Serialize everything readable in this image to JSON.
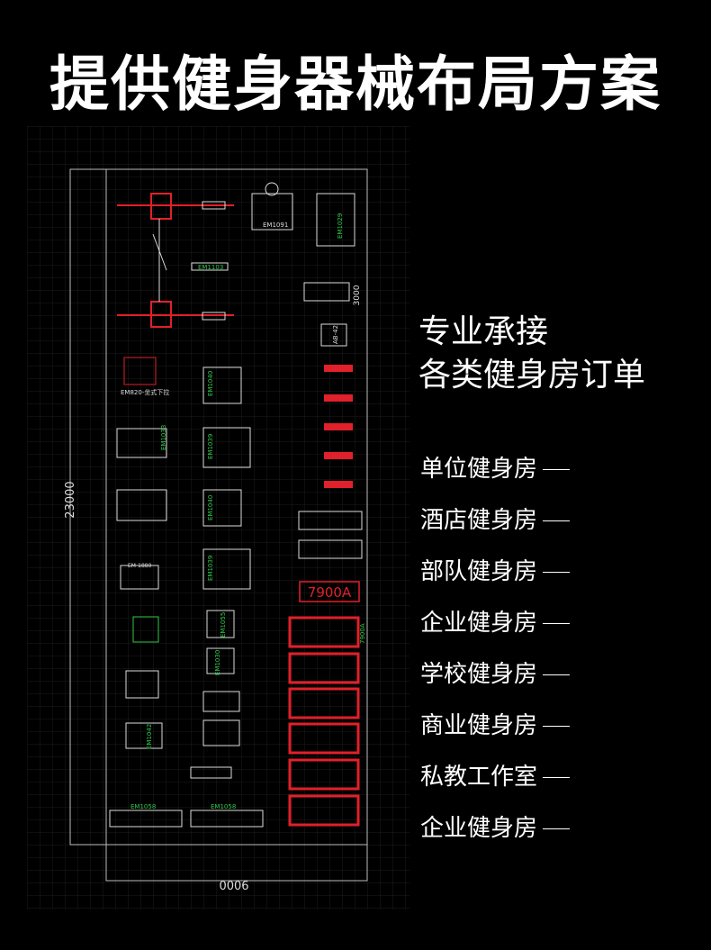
{
  "header": {
    "title": "提供健身器械布局方案"
  },
  "plan": {
    "dim_length": "23000",
    "dim_width": "0006",
    "side_dim": "3000",
    "rack_label": "AB-42",
    "models": {
      "em1091": "EM1091",
      "em1029": "EM1029",
      "em1103": "EM1103",
      "em820": "EM820-坐式下拉",
      "em1040": "EM1040",
      "em1039": "EM1039",
      "em1033": "EM1033",
      "em1055": "EM1055",
      "em1030": "EM1030",
      "em1042": "EM1042",
      "em1058a": "EM1058",
      "em1058b": "EM1058",
      "em1880": "EM-1880"
    },
    "treadmill_model": "7900A",
    "treadmill_tag": "7900A"
  },
  "hero": {
    "line1": "专业承接",
    "line2": "各类健身房订单"
  },
  "services": [
    "单位健身房",
    "酒店健身房",
    "部队健身房",
    "企业健身房",
    "学校健身房",
    "商业健身房",
    "私教工作室",
    "企业健身房"
  ],
  "colors": {
    "accent_red": "#e0202a",
    "accent_green": "#2ec84a",
    "line_white": "#e8e8e8"
  }
}
